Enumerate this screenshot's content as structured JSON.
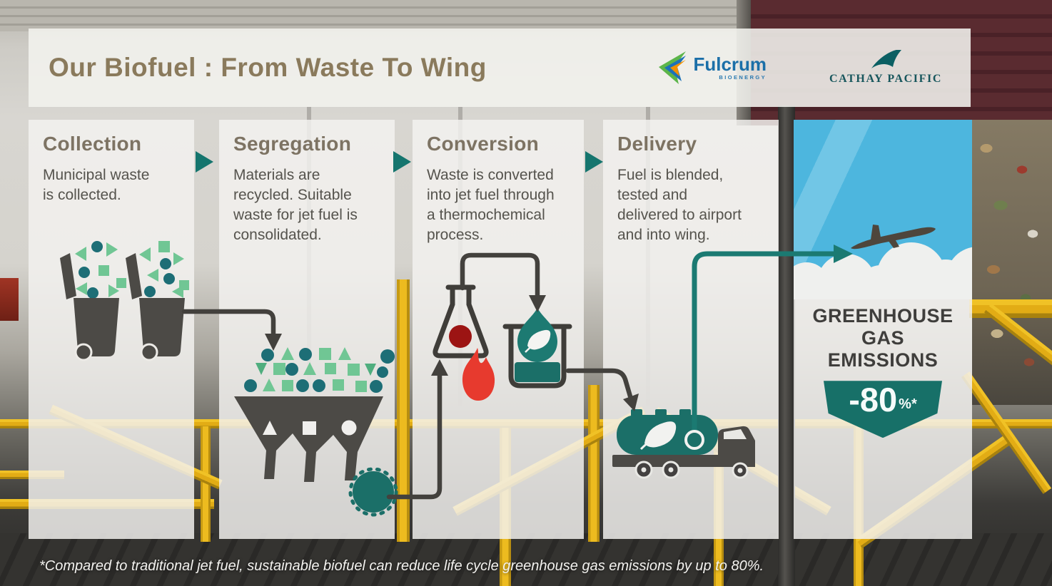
{
  "title": "Our Biofuel : From Waste To Wing",
  "header_logos": {
    "fulcrum_name": "Fulcrum",
    "fulcrum_sub": "BIOENERGY",
    "cathay_name": "CATHAY PACIFIC"
  },
  "steps": [
    {
      "heading": "Collection",
      "body": "Municipal waste\nis collected."
    },
    {
      "heading": "Segregation",
      "body": "Materials are\nrecycled. Suitable\nwaste for jet fuel is\nconsolidated."
    },
    {
      "heading": "Conversion",
      "body": "Waste is converted\ninto jet fuel through\na thermochemical\nprocess."
    },
    {
      "heading": "Delivery",
      "body": "Fuel is blended,\ntested and\ndelivered to airport\nand into wing."
    }
  ],
  "result": {
    "headline": "GREENHOUSE\nGAS\nEMISSIONS",
    "badge_value": "-80",
    "badge_suffix": "%*"
  },
  "footnote": "*Compared to traditional jet fuel, sustainable biofuel can reduce life cycle greenhouse gas emissions by up to 80%.",
  "icons": {
    "fulcrum-logo": "layered left-pointing arrow",
    "cathay-pacific-logo": "teal brushwing",
    "collection": "waste-bins with recyclable shapes",
    "segregation": "sorting-hopper with shape pile",
    "conversion": "flask, flame and beaker with leaf droplet",
    "delivery": "fuel tanker truck with leaf",
    "result": "airplane taking off into clouds"
  },
  "colors": {
    "teal": "#1b7a72",
    "teal_dark": "#177068",
    "green": "#70c694",
    "icon_gray": "#4c4a46",
    "heading_olive": "#7d7363",
    "title_brown": "#8a7a5c",
    "sky_blue": "#4db6de",
    "flame_red": "#e73a2e",
    "boil_dark_red": "#9c1413",
    "rail_yellow": "#edbb1f"
  }
}
